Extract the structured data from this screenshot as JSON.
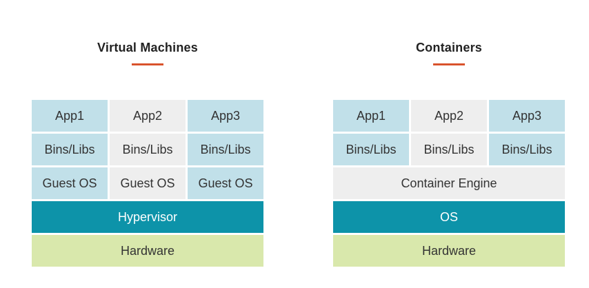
{
  "colors": {
    "accent": "#d9532b",
    "blue_cell": "#c1e0e9",
    "gray_cell": "#eeeeee",
    "teal": "#0d93a9",
    "green": "#d9e8ac"
  },
  "vm": {
    "title": "Virtual Machines",
    "rows": [
      [
        "App1",
        "App2",
        "App3"
      ],
      [
        "Bins/Libs",
        "Bins/Libs",
        "Bins/Libs"
      ],
      [
        "Guest OS",
        "Guest OS",
        "Guest OS"
      ]
    ],
    "hypervisor": "Hypervisor",
    "hardware": "Hardware"
  },
  "containers": {
    "title": "Containers",
    "rows": [
      [
        "App1",
        "App2",
        "App3"
      ],
      [
        "Bins/Libs",
        "Bins/Libs",
        "Bins/Libs"
      ]
    ],
    "engine": "Container Engine",
    "os": "OS",
    "hardware": "Hardware"
  }
}
